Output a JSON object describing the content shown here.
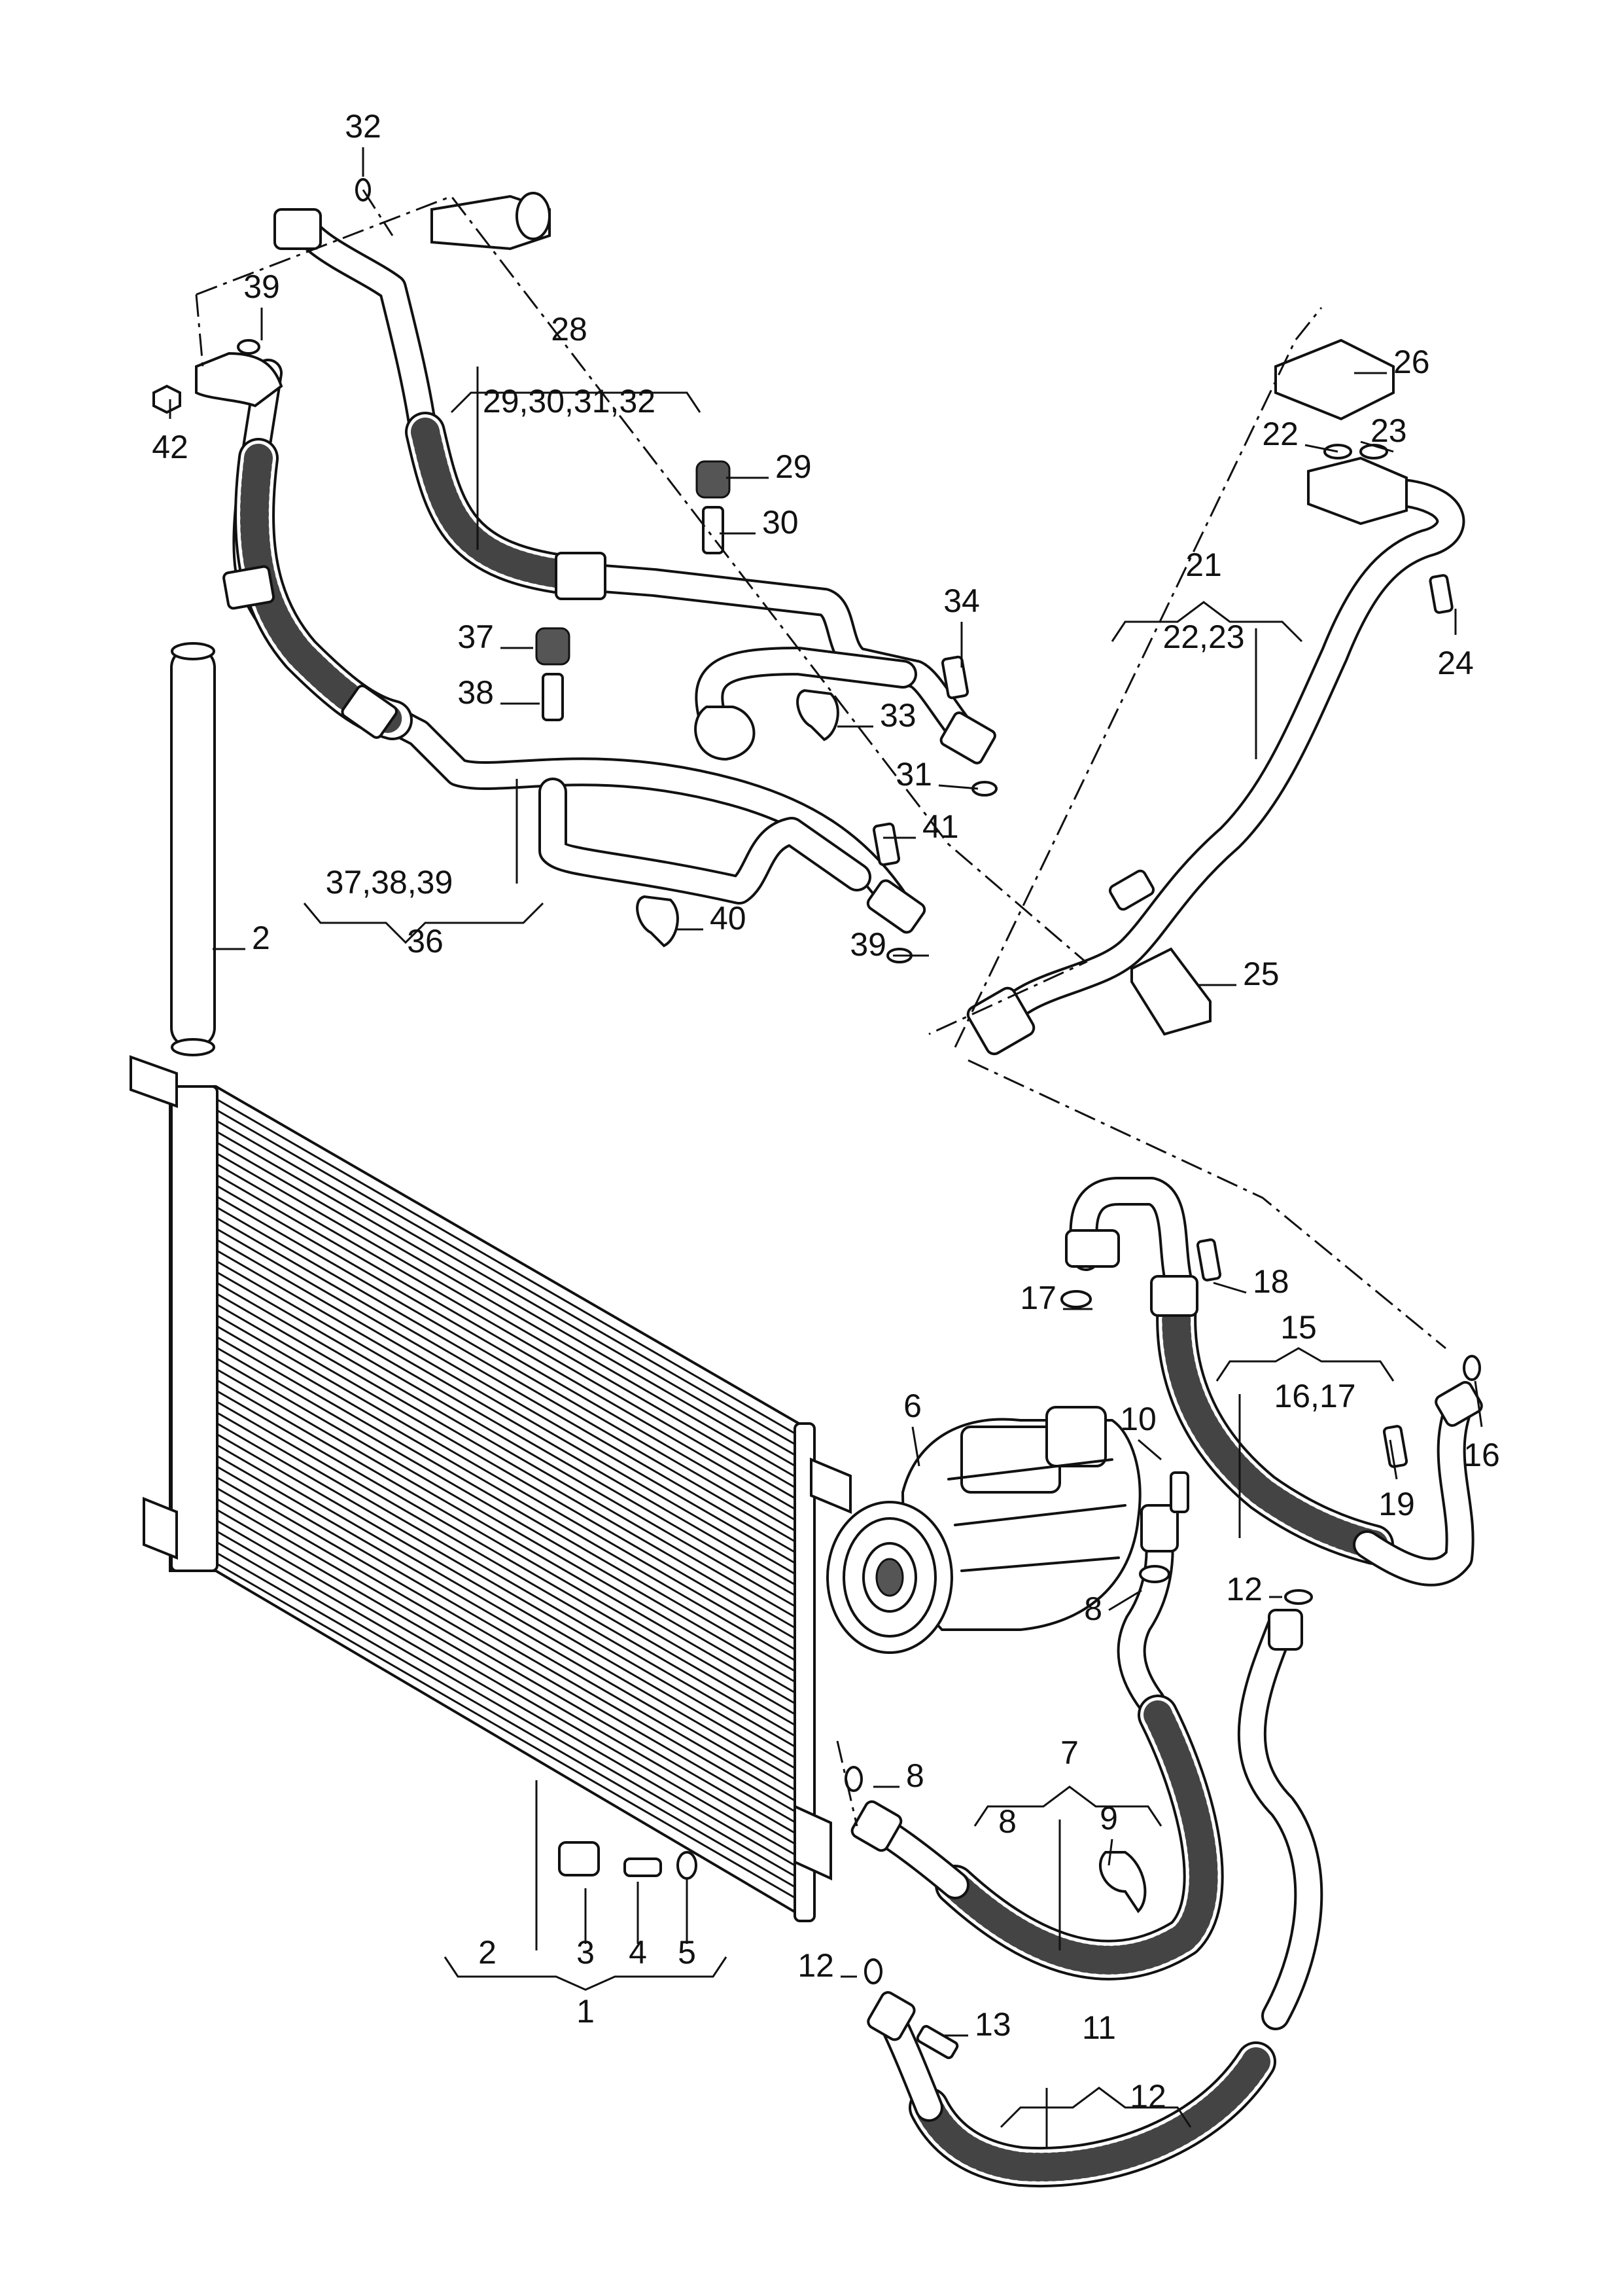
{
  "callouts": [
    {
      "id": "c32",
      "text": "32"
    },
    {
      "id": "c39a",
      "text": "39"
    },
    {
      "id": "c42",
      "text": "42"
    },
    {
      "id": "c28",
      "text": "28"
    },
    {
      "id": "c28s",
      "text": "29,30,31,32"
    },
    {
      "id": "c29",
      "text": "29"
    },
    {
      "id": "c30",
      "text": "30"
    },
    {
      "id": "c34",
      "text": "34"
    },
    {
      "id": "c37",
      "text": "37"
    },
    {
      "id": "c38",
      "text": "38"
    },
    {
      "id": "c33",
      "text": "33"
    },
    {
      "id": "c31",
      "text": "31"
    },
    {
      "id": "c41",
      "text": "41"
    },
    {
      "id": "c36s",
      "text": "37,38,39"
    },
    {
      "id": "c36",
      "text": "36"
    },
    {
      "id": "c40",
      "text": "40"
    },
    {
      "id": "c39b",
      "text": "39"
    },
    {
      "id": "c2a",
      "text": "2"
    },
    {
      "id": "c26",
      "text": "26"
    },
    {
      "id": "c22",
      "text": "22"
    },
    {
      "id": "c23",
      "text": "23"
    },
    {
      "id": "c21",
      "text": "21"
    },
    {
      "id": "c21s",
      "text": "22,23"
    },
    {
      "id": "c24",
      "text": "24"
    },
    {
      "id": "c25",
      "text": "25"
    },
    {
      "id": "c18",
      "text": "18"
    },
    {
      "id": "c17",
      "text": "17"
    },
    {
      "id": "c15",
      "text": "15"
    },
    {
      "id": "c15s",
      "text": "16,17"
    },
    {
      "id": "c6",
      "text": "6"
    },
    {
      "id": "c10",
      "text": "10"
    },
    {
      "id": "c16",
      "text": "16"
    },
    {
      "id": "c19",
      "text": "19"
    },
    {
      "id": "c8a",
      "text": "8"
    },
    {
      "id": "c12a",
      "text": "12"
    },
    {
      "id": "c8b",
      "text": "8"
    },
    {
      "id": "c7",
      "text": "7"
    },
    {
      "id": "c7a",
      "text": "8"
    },
    {
      "id": "c7b",
      "text": "9"
    },
    {
      "id": "c2b",
      "text": "2"
    },
    {
      "id": "c3",
      "text": "3"
    },
    {
      "id": "c4",
      "text": "4"
    },
    {
      "id": "c5",
      "text": "5"
    },
    {
      "id": "c1",
      "text": "1"
    },
    {
      "id": "c12b",
      "text": "12"
    },
    {
      "id": "c13",
      "text": "13"
    },
    {
      "id": "c11",
      "text": "11"
    },
    {
      "id": "c11s",
      "text": "12"
    }
  ]
}
